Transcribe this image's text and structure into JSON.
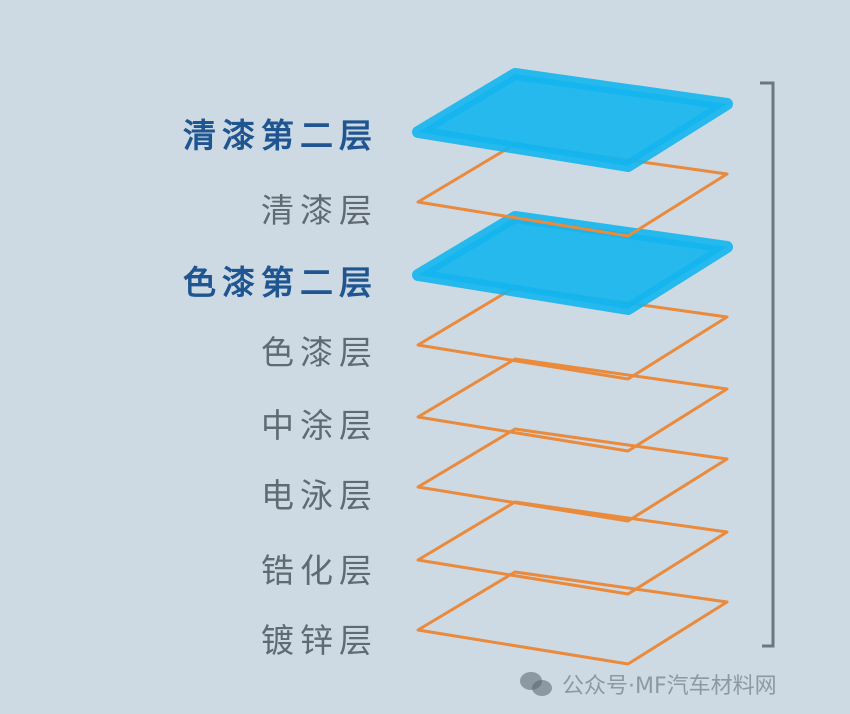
{
  "colors": {
    "background": "#cdd9e3",
    "highlight_fill": "#14b5ee",
    "layer_outline": "#e98a3c",
    "bold_label": "#1f5590",
    "label": "#5f6a72"
  },
  "layers": [
    {
      "label": "清漆第二层",
      "highlight": true
    },
    {
      "label": "清漆层",
      "highlight": false
    },
    {
      "label": "色漆第二层",
      "highlight": true
    },
    {
      "label": "色漆层",
      "highlight": false
    },
    {
      "label": "中涂层",
      "highlight": false
    },
    {
      "label": "电泳层",
      "highlight": false
    },
    {
      "label": "锆化层",
      "highlight": false
    },
    {
      "label": "镀锌层",
      "highlight": false
    }
  ],
  "watermark": {
    "icon": "wechat-icon",
    "text": "公众号·MF汽车材料网"
  }
}
